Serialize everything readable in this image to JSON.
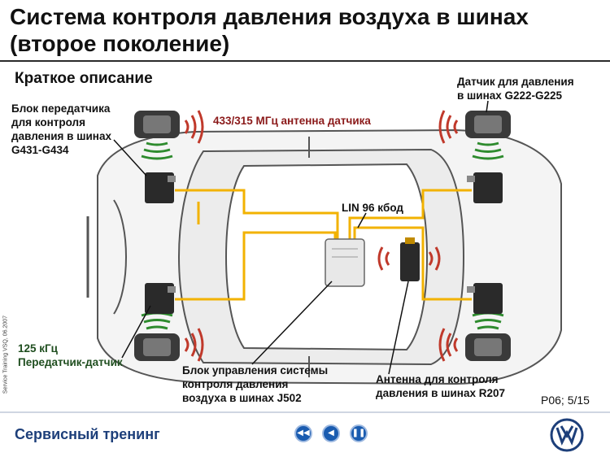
{
  "header": {
    "title": "Система контроля давления воздуха в шинах\n(второе поколение)"
  },
  "section": {
    "subtitle": "Краткое описание"
  },
  "labels": {
    "transmitter_block": "Блок передатчика\nдля контроля\nдавления в шинах\nG431-G434",
    "pressure_sensor": "Датчик для давления\nв шинах G222-G225",
    "antenna_frequency": "433/315 МГц антенна датчика",
    "lin_bus": "LIN 96 кбод",
    "lf_transmitter": "125 кГц\nПередатчик-датчик",
    "control_unit": "Блок управления системы\nконтроля давления\nвоздуха в шинах J502",
    "antenna_unit": "Антенна для контроля\nдавления в шинах R207",
    "page_ref": "P06; 5/15",
    "side_note": "Service Training VSQ, 06.2007"
  },
  "footer": {
    "title": "Сервисный тренинг",
    "nav_back_icon": "rewind-icon",
    "nav_prev_icon": "prev-icon",
    "nav_pause_icon": "pause-icon"
  },
  "colors": {
    "wire": "#f2b200",
    "radio_red": "#c0392b",
    "radio_green": "#2e8b2e",
    "brand_blue": "#1d3f7a"
  }
}
